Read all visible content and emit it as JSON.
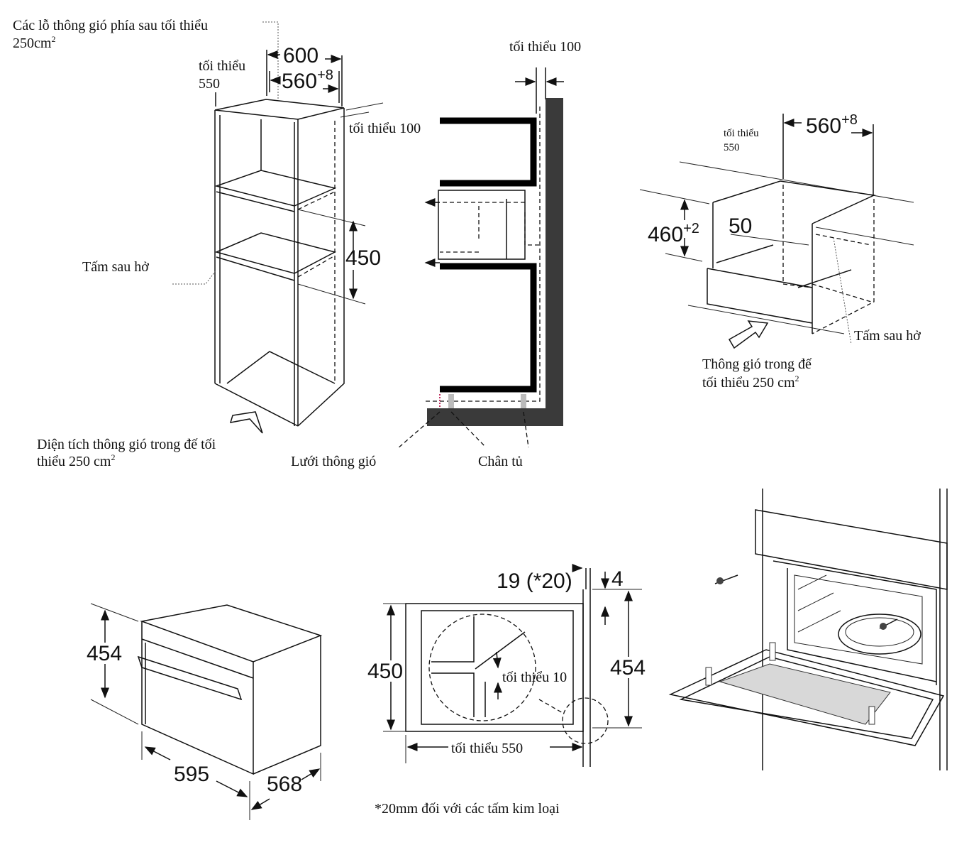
{
  "tall_cabinet": {
    "rear_vent_label_1": "Các lỗ thông gió phía sau tối thiểu",
    "rear_vent_label_2": "250cm",
    "rear_vent_sup": "2",
    "min_label": "tối thiểu",
    "min_value": "550",
    "width_outer": "600",
    "width_inner": "560",
    "width_inner_tol": "+8",
    "gap_label": "tối thiểu 100",
    "height": "450",
    "open_back_label": "Tấm sau hở",
    "base_vent_label_1": "Diện tích thông gió trong đế tối",
    "base_vent_label_2": "thiểu 250 cm",
    "base_vent_sup": "2"
  },
  "airflow": {
    "top_gap_label": "tối thiểu 100",
    "grille_label": "Lưới thông gió",
    "feet_label": "Chân tủ"
  },
  "under_counter": {
    "min_label": "tối thiểu",
    "min_value": "550",
    "width": "560",
    "width_tol": "+8",
    "height": "460",
    "height_tol": "+2",
    "depth_gap": "50",
    "open_back_label": "Tấm sau hở",
    "base_vent_label_1": "Thông gió trong đế",
    "base_vent_label_2": "tối thiểu 250 cm",
    "base_vent_sup": "2"
  },
  "appliance": {
    "height": "454",
    "width": "595",
    "depth": "568"
  },
  "section": {
    "front_gap": "19 (*20)",
    "top_offset": "4",
    "niche_height": "450",
    "appliance_height": "454",
    "min_gap_label": "tối thiểu 10",
    "min_depth_label": "tối thiểu 550",
    "footnote": "*20mm đối với các tấm kim loại"
  }
}
